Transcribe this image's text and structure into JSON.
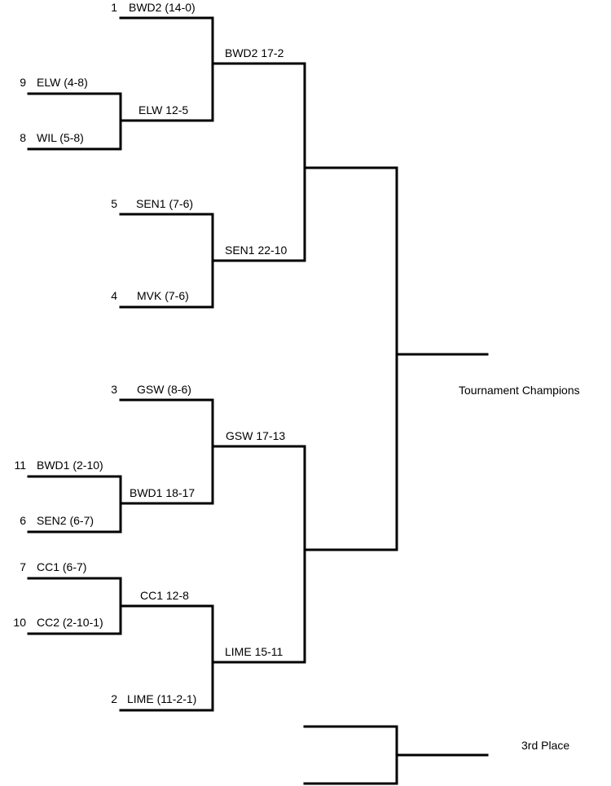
{
  "bracket": {
    "round1": [
      {
        "seed": "9",
        "label": "ELW (4-8)"
      },
      {
        "seed": "8",
        "label": "WIL (5-8)"
      },
      {
        "seed": "11",
        "label": "BWD1 (2-10)"
      },
      {
        "seed": "6",
        "label": "SEN2 (6-7)"
      },
      {
        "seed": "7",
        "label": "CC1 (6-7)"
      },
      {
        "seed": "10",
        "label": "CC2 (2-10-1)"
      }
    ],
    "round2": [
      {
        "seed": "1",
        "label": "BWD2 (14-0)"
      },
      {
        "label": "ELW 12-5"
      },
      {
        "seed": "5",
        "label": "SEN1 (7-6)"
      },
      {
        "seed": "4",
        "label": "MVK (7-6)"
      },
      {
        "seed": "3",
        "label": "GSW (8-6)"
      },
      {
        "label": "BWD1 18-17"
      },
      {
        "label": "CC1 12-8"
      },
      {
        "seed": "2",
        "label": "LIME (11-2-1)"
      }
    ],
    "round3": [
      {
        "label": "BWD2 17-2"
      },
      {
        "label": "SEN1 22-10"
      },
      {
        "label": "GSW 17-13"
      },
      {
        "label": "LIME 15-11"
      }
    ],
    "champion_label": "Tournament Champions",
    "third_place_label": "3rd Place"
  }
}
